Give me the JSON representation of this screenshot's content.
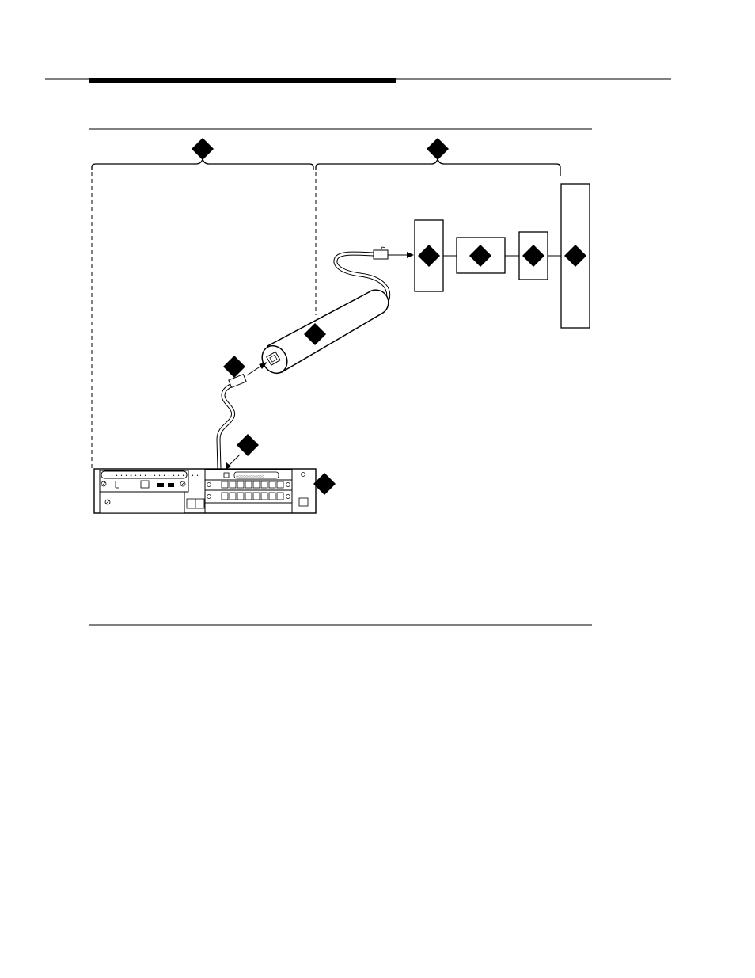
{
  "colors": {
    "ink": "#000000",
    "paper": "#ffffff",
    "callout": "#000000"
  },
  "icons": {
    "callout": "diamond-callout-icon",
    "connector": "modular-plug-icon",
    "adapter": "cylindrical-adapter-icon",
    "chassis": "control-cabinet-icon"
  },
  "page_header": {
    "rule": "header-rule"
  },
  "figure": {
    "callouts": [
      {
        "id": "bracket-left"
      },
      {
        "id": "bracket-right"
      },
      {
        "id": "box-a"
      },
      {
        "id": "box-b"
      },
      {
        "id": "box-c"
      },
      {
        "id": "box-d"
      },
      {
        "id": "adapter"
      },
      {
        "id": "plug"
      },
      {
        "id": "port"
      },
      {
        "id": "chassis"
      }
    ]
  }
}
